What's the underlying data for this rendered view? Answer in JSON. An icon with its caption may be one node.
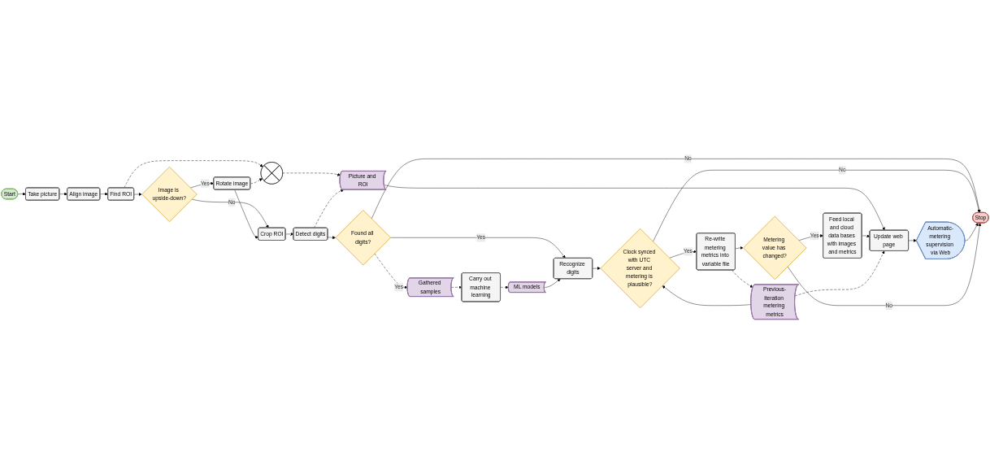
{
  "diagram": {
    "nodes": [
      {
        "text": [
          "Start"
        ]
      },
      {
        "text": [
          "Take picture"
        ]
      },
      {
        "text": [
          "Align image"
        ]
      },
      {
        "text": [
          "Find ROI"
        ]
      },
      {
        "text": [
          "Image is upside-down?"
        ]
      },
      {
        "text": [
          "Rotate image"
        ]
      },
      {
        "text": [
          "Crop ROI"
        ]
      },
      {
        "text": [],
        "shape": "circle"
      },
      {
        "text": [
          "Picture and ROI"
        ]
      },
      {
        "text": [
          "Detect digits"
        ]
      },
      {
        "text": [
          "Gathered samples"
        ]
      },
      {
        "text": [
          "Carry out machine learning"
        ]
      },
      {
        "text": [
          "ML models"
        ]
      },
      {
        "text": [
          "Found all digits?"
        ]
      },
      {
        "text": [
          "Recognize digits"
        ]
      },
      {
        "text": [
          "Feed local and cloud data bases with images and metrics"
        ]
      },
      {
        "text": [
          "Update web page"
        ]
      },
      {
        "text": [
          "Automatic-metering supervision via Web"
        ]
      },
      {
        "text": [
          "Stop"
        ]
      },
      {
        "text": [
          "Clock synced with UTC server and metering is plausible?"
        ]
      },
      {
        "text": [
          "Re-write metering metrics into variable file"
        ]
      },
      {
        "text": [
          "Metering value has changed?"
        ]
      },
      {
        "text": [
          "Previous-iteration metering metrics"
        ]
      }
    ],
    "edges": [
      {
        "from": 0,
        "to": 1,
        "arrow": "to"
      },
      {
        "from": 1,
        "to": 2,
        "arrow": "to"
      },
      {
        "from": 2,
        "to": 3,
        "arrow": "to"
      },
      {
        "from": 3,
        "to": 4,
        "arrow": "to"
      },
      {
        "from": 4,
        "to": 5,
        "arrow": "to",
        "label": "Yes"
      },
      {
        "from": 4,
        "to": 6,
        "arrow": "to",
        "label": "No"
      },
      {
        "from": 5,
        "to": 6,
        "arrow": "to"
      },
      {
        "from": 3,
        "to": 7,
        "arrow": "to",
        "style": "dashed"
      },
      {
        "from": 5,
        "to": 7,
        "arrow": "to",
        "style": "dashed"
      },
      {
        "from": 7,
        "to": 8,
        "arrow": "to",
        "style": "dashed"
      },
      {
        "from": 6,
        "to": 9,
        "arrow": "to"
      },
      {
        "from": 9,
        "to": 8,
        "arrow": "to",
        "style": "dashed"
      },
      {
        "from": 9,
        "to": 13,
        "arrow": "to"
      },
      {
        "from": 13,
        "to": 10,
        "arrow": "to",
        "label": "Yes",
        "style": "dashed"
      },
      {
        "from": 13,
        "to": 14,
        "arrow": "to",
        "label": "Yes"
      },
      {
        "from": 13,
        "to": 18,
        "arrow": "to",
        "label": "No"
      },
      {
        "from": 10,
        "to": 11,
        "arrow": "to",
        "style": "dashed"
      },
      {
        "from": 11,
        "to": 12,
        "arrow": "to",
        "style": "dashed"
      },
      {
        "from": 12,
        "to": 14,
        "arrow": "to"
      },
      {
        "from": 14,
        "to": 19,
        "arrow": "to"
      },
      {
        "from": 19,
        "to": 18,
        "arrow": "to",
        "label": "No"
      },
      {
        "from": 19,
        "to": 20,
        "arrow": "to",
        "label": "Yes"
      },
      {
        "from": 8,
        "to": 16,
        "arrow": "to"
      },
      {
        "from": 15,
        "to": 16,
        "arrow": "to"
      },
      {
        "from": 16,
        "to": 17,
        "arrow": "to"
      },
      {
        "from": 17,
        "to": 18,
        "arrow": "to"
      },
      {
        "from": 20,
        "to": 21,
        "arrow": "to"
      },
      {
        "from": 21,
        "to": 15,
        "arrow": "to",
        "label": "Yes"
      },
      {
        "from": 21,
        "to": 18,
        "arrow": "to",
        "label": "No"
      },
      {
        "from": 20,
        "to": 22,
        "arrow": "to",
        "style": "dashed"
      },
      {
        "from": 22,
        "to": 19,
        "arrow": "to"
      },
      {
        "from": 22,
        "to": 16,
        "arrow": "to",
        "style": "dashed"
      }
    ]
  }
}
